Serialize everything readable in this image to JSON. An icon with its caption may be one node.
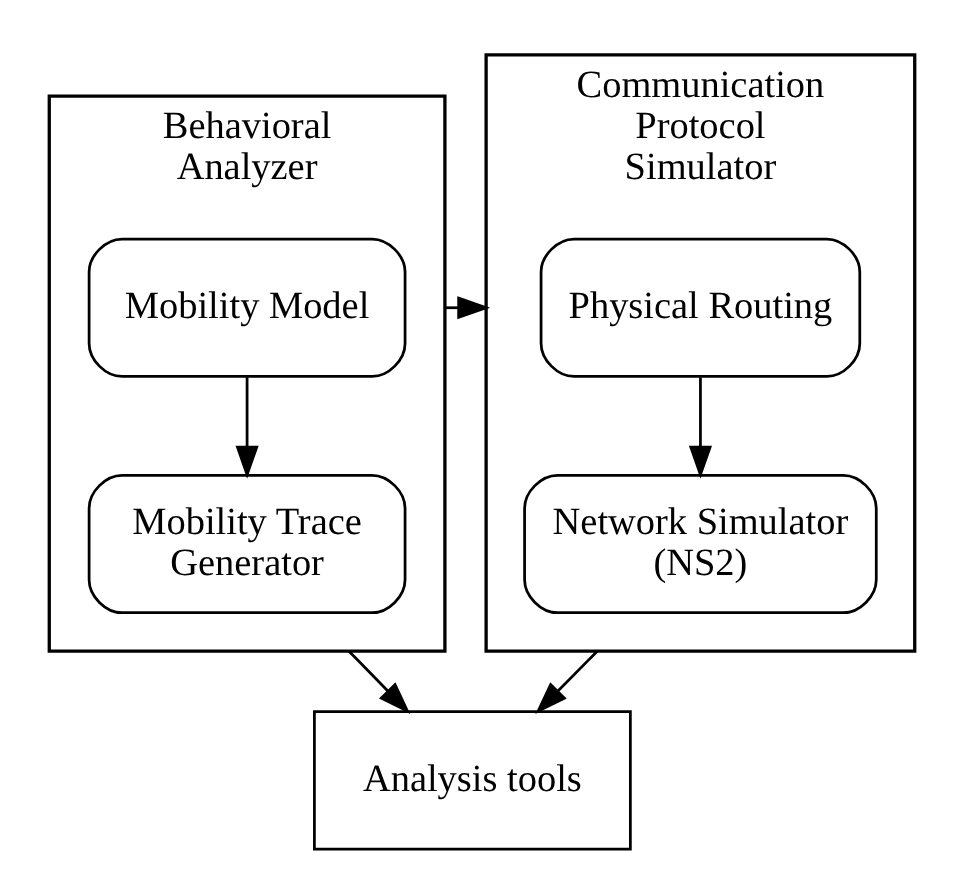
{
  "diagram": {
    "nodes": [
      {
        "text": [
          "Behavioral Analyzer"
        ]
      },
      {
        "text": [
          "Mobility Model"
        ],
        "in": 0
      },
      {
        "text": [
          "Mobility Trace Generator"
        ],
        "in": 0
      },
      {
        "text": [
          "Communication Protocol Simulator"
        ]
      },
      {
        "text": [
          "Physical Routing"
        ],
        "in": 3
      },
      {
        "text": [
          "Network Simulator (NS2)"
        ],
        "in": 3
      },
      {
        "text": [
          "Analysis tools"
        ]
      }
    ],
    "edges": [
      {
        "from": 0,
        "to": 3,
        "arrow": "to"
      },
      {
        "from": 1,
        "to": 2,
        "arrow": "to"
      },
      {
        "from": 4,
        "to": 5,
        "arrow": "to"
      },
      {
        "from": 0,
        "to": 6,
        "arrow": "to"
      },
      {
        "from": 3,
        "to": 6,
        "arrow": "to"
      }
    ]
  }
}
